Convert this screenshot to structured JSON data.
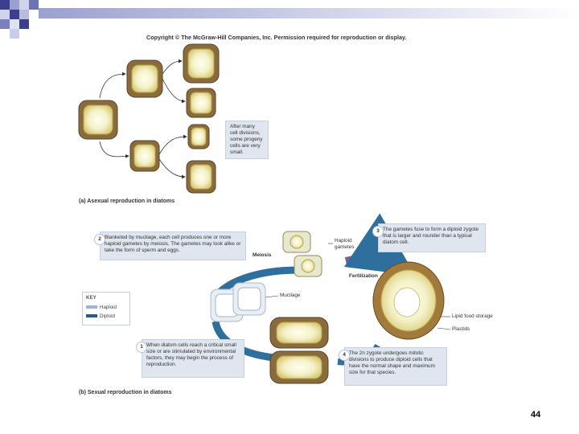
{
  "copyright": "Copyright © The McGraw-Hill Companies, Inc. Permission required for reproduction or display.",
  "panel_a": {
    "caption": "(a) Asexual reproduction in diatoms",
    "note": "After many cell divisions, some progeny cells are very small."
  },
  "panel_b": {
    "caption": "(b) Sexual reproduction in diatoms",
    "steps": [
      {
        "num": "1",
        "text": "When diatom cells reach a critical small size or are stimulated by environmental factors, they may begin the process of reproduction."
      },
      {
        "num": "2",
        "text": "Blanketed by mucilage, each cell produces one or more haploid gametes by meiosis. The gametes may look alike or take the form of sperm and eggs."
      },
      {
        "num": "3",
        "text": "The gametes fuse to form a diploid zygote that is larger and rounder than a typical diatom cell."
      },
      {
        "num": "4",
        "text": "The 2n zygote undergoes mitotic divisions to produce diploid cells that have the normal shape and maximum size for that species."
      }
    ],
    "labels": {
      "meiosis": "Meiosis",
      "haploid_gametes": "Haploid gametes",
      "fertilization": "Fertilization",
      "mucilage": "Mucilage",
      "lipid": "Lipid food storage",
      "plastids": "Plastids"
    },
    "key": {
      "title": "KEY",
      "haploid": "Haploid",
      "diploid": "Diploid",
      "haploid_color": "#9fb4c9",
      "diploid_color": "#1f5e8c"
    }
  },
  "page_number": "44"
}
